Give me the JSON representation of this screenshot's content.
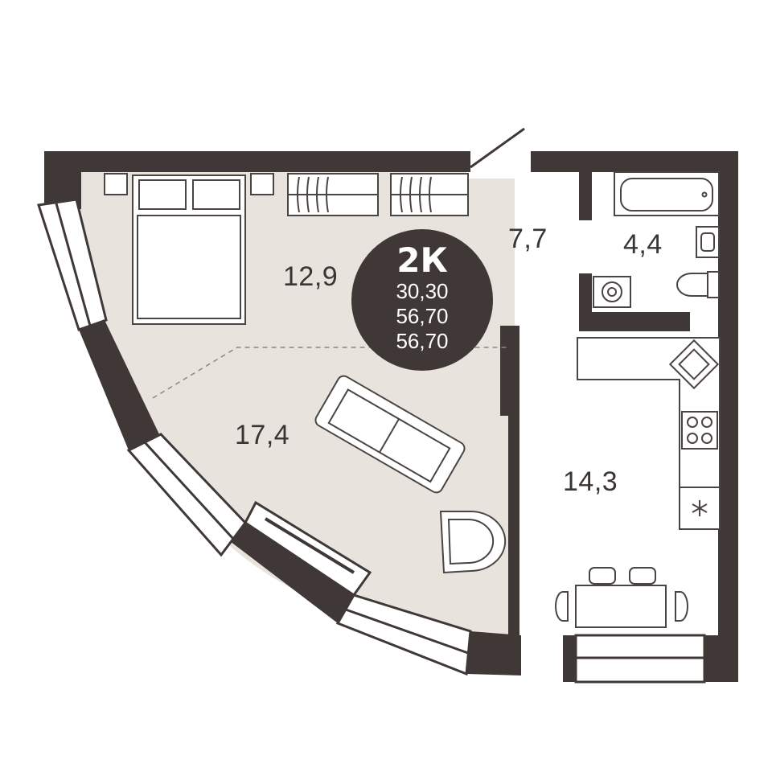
{
  "apartment": {
    "rooms_label": "2К",
    "living_area": "30,30",
    "total_area": "56,70",
    "total_area_repeat": "56,70"
  },
  "rooms": {
    "bedroom_area": "12,9",
    "living_zone_area": "17,4",
    "hallway_area": "7,7",
    "bathroom_area": "4,4",
    "kitchen_area": "14,3"
  },
  "colors": {
    "wall": "#3f3836",
    "floor_living": "#e9e3de",
    "floor_service": "#ffffff",
    "line": "#4a4442",
    "badge_text": "#ffffff"
  },
  "icons": [
    "bed-icon",
    "wardrobe-icon",
    "sofa-icon",
    "armchair-icon",
    "tv-stand-icon",
    "bathtub-icon",
    "sink-icon",
    "toilet-icon",
    "washing-machine-icon",
    "kitchen-sink-icon",
    "cooktop-icon",
    "fridge-icon",
    "dining-table-icon",
    "chair-icon"
  ]
}
